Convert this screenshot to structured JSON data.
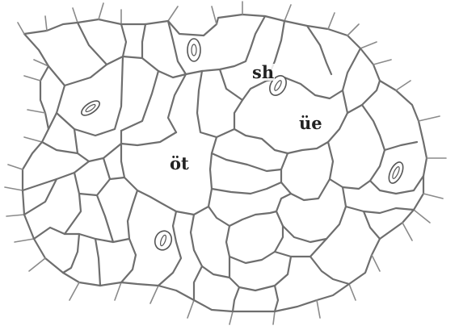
{
  "diagram": {
    "labels": {
      "sh": "sh",
      "ue": "üe",
      "ot": "öt"
    }
  }
}
